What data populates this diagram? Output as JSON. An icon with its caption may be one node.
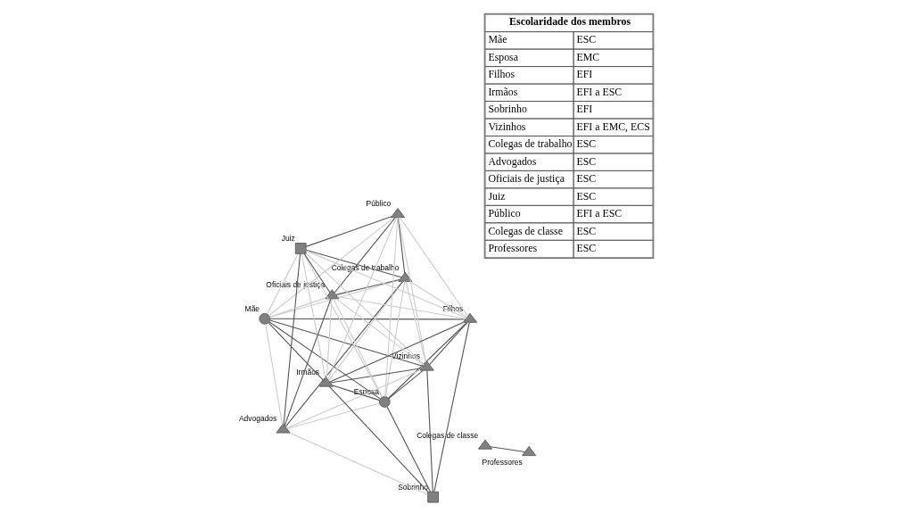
{
  "diagram": {
    "nodes": [
      {
        "text": [
          "Mãe"
        ]
      },
      {
        "text": [
          "Colegas de trabalho"
        ]
      },
      {
        "text": [
          "Esposa"
        ]
      },
      {
        "text": [
          "Colegas de classe"
        ]
      },
      {
        "text": [
          "Público"
        ]
      },
      {
        "text": [
          "Vizinhos"
        ]
      },
      {
        "text": [
          "Professores"
        ]
      },
      {
        "text": [
          "Juiz"
        ]
      },
      {
        "text": [
          "Irmãos"
        ]
      },
      {
        "text": [
          "Filhos"
        ]
      },
      {
        "text": [
          "Advogados"
        ]
      },
      {
        "text": [
          "Sobrinho"
        ]
      },
      {
        "text": [
          "Oficiais de justiça"
        ]
      }
    ],
    "edges": [
      {
        "from": 0,
        "to": 2,
        "arrow": "none"
      },
      {
        "from": 0,
        "to": 5,
        "arrow": "none"
      },
      {
        "from": 0,
        "to": 9,
        "arrow": "none"
      },
      {
        "from": 0,
        "to": 8,
        "arrow": "none"
      },
      {
        "from": 2,
        "to": 5,
        "arrow": "none"
      },
      {
        "from": 2,
        "to": 11,
        "arrow": "none"
      },
      {
        "from": 2,
        "to": 9,
        "arrow": "none"
      },
      {
        "from": 2,
        "to": 8,
        "arrow": "none"
      },
      {
        "from": 5,
        "to": 9,
        "arrow": "none"
      },
      {
        "from": 5,
        "to": 11,
        "arrow": "none"
      },
      {
        "from": 5,
        "to": 8,
        "arrow": "none"
      },
      {
        "from": 9,
        "to": 8,
        "arrow": "none"
      },
      {
        "from": 9,
        "to": 11,
        "arrow": "none"
      },
      {
        "from": 11,
        "to": 8,
        "arrow": "none"
      },
      {
        "from": 3,
        "to": 6,
        "arrow": "none"
      },
      {
        "from": 1,
        "to": 4,
        "arrow": "none"
      },
      {
        "from": 1,
        "to": 7,
        "arrow": "none"
      },
      {
        "from": 1,
        "to": 10,
        "arrow": "none"
      },
      {
        "from": 1,
        "to": 12,
        "arrow": "none"
      },
      {
        "from": 4,
        "to": 7,
        "arrow": "none"
      },
      {
        "from": 4,
        "to": 12,
        "arrow": "none"
      },
      {
        "from": 7,
        "to": 10,
        "arrow": "none"
      },
      {
        "from": 7,
        "to": 12,
        "arrow": "none"
      },
      {
        "from": 10,
        "to": 12,
        "arrow": "none"
      },
      {
        "from": 1,
        "to": 0,
        "arrow": "none",
        "color": "#cccccc"
      },
      {
        "from": 1,
        "to": 2,
        "arrow": "none",
        "color": "#cccccc"
      },
      {
        "from": 1,
        "to": 5,
        "arrow": "none",
        "color": "#cccccc"
      },
      {
        "from": 1,
        "to": 9,
        "arrow": "none",
        "color": "#cccccc"
      },
      {
        "from": 1,
        "to": 8,
        "arrow": "none",
        "color": "#cccccc"
      },
      {
        "from": 4,
        "to": 0,
        "arrow": "none",
        "color": "#cccccc"
      },
      {
        "from": 4,
        "to": 2,
        "arrow": "none",
        "color": "#cccccc"
      },
      {
        "from": 4,
        "to": 5,
        "arrow": "none",
        "color": "#cccccc"
      },
      {
        "from": 4,
        "to": 9,
        "arrow": "none",
        "color": "#cccccc"
      },
      {
        "from": 4,
        "to": 8,
        "arrow": "none",
        "color": "#cccccc"
      },
      {
        "from": 7,
        "to": 0,
        "arrow": "none",
        "color": "#cccccc"
      },
      {
        "from": 7,
        "to": 2,
        "arrow": "none",
        "color": "#cccccc"
      },
      {
        "from": 7,
        "to": 5,
        "arrow": "none",
        "color": "#cccccc"
      },
      {
        "from": 7,
        "to": 8,
        "arrow": "none",
        "color": "#cccccc"
      },
      {
        "from": 7,
        "to": 9,
        "arrow": "none",
        "color": "#cccccc"
      },
      {
        "from": 10,
        "to": 0,
        "arrow": "none",
        "color": "#cccccc"
      },
      {
        "from": 10,
        "to": 2,
        "arrow": "none",
        "color": "#cccccc"
      },
      {
        "from": 10,
        "to": 5,
        "arrow": "none",
        "color": "#cccccc"
      },
      {
        "from": 10,
        "to": 11,
        "arrow": "none",
        "color": "#cccccc"
      },
      {
        "from": 12,
        "to": 0,
        "arrow": "none",
        "color": "#cccccc"
      },
      {
        "from": 12,
        "to": 2,
        "arrow": "none",
        "color": "#cccccc"
      },
      {
        "from": 12,
        "to": 5,
        "arrow": "none",
        "color": "#cccccc"
      },
      {
        "from": 12,
        "to": 9,
        "arrow": "none",
        "color": "#cccccc"
      },
      {
        "from": 12,
        "to": 8,
        "arrow": "none",
        "color": "#cccccc"
      }
    ],
    "labels": [
      "Escolaridade dos membros",
      "Mãe",
      "ESC",
      "Esposa",
      "EMC",
      "Filhos",
      "EFI",
      "Irmãos",
      "EFI a ESC",
      "Sobrinho",
      "EFI",
      "Vizinhos",
      "EFI a EMC, ECS",
      "Colegas de trabalho",
      "ESC",
      "Advogados",
      "ESC",
      "Oficiais de justiça",
      "ESC",
      "Juiz",
      "ESC",
      "Público",
      "EFI a ESC",
      "Colegas de classe",
      "ESC",
      "Professores",
      "ESC"
    ]
  }
}
